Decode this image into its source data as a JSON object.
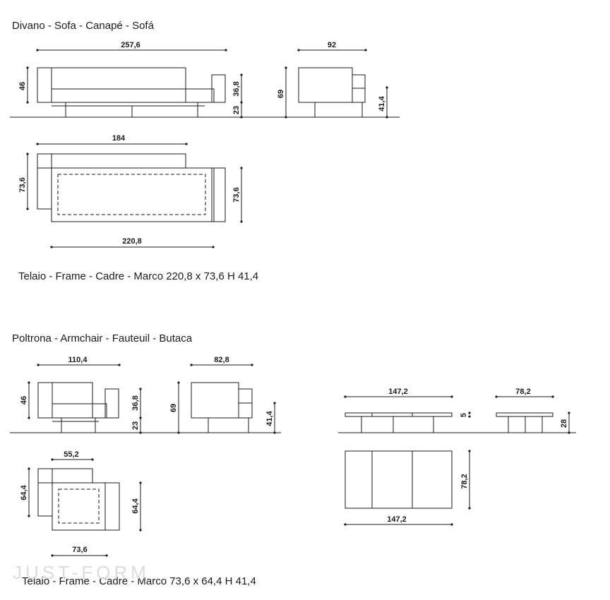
{
  "sofa": {
    "heading": "Divano - Sofa - Canapé - Sofá",
    "frame": "Telaio - Frame - Cadre - Marco 220,8 x 73,6 H 41,4",
    "dims": {
      "width": "257,6",
      "depth": "92",
      "height": "46",
      "seat_height_total": "36,8",
      "leg_height": "23",
      "total_height": "69",
      "side_height": "41,4",
      "top_width": "184",
      "top_depth_left": "73,6",
      "top_depth_right": "73,6",
      "top_bottom_width": "220,8"
    }
  },
  "armchair": {
    "heading": "Poltrona - Armchair - Fauteuil - Butaca",
    "frame": "Telaio - Frame - Cadre - Marco 73,6 x 64,4 H 41,4",
    "dims": {
      "width": "110,4",
      "depth": "82,8",
      "height": "46",
      "seat_height_total": "36,8",
      "leg_height": "23",
      "total_height": "69",
      "side_height": "41,4",
      "top_width": "55,2",
      "top_depth_left": "64,4",
      "top_depth_right": "64,4",
      "top_bottom_width": "73,6"
    }
  },
  "table": {
    "dims": {
      "width": "147,2",
      "depth": "78,2",
      "top_thickness": "5",
      "height": "28",
      "top_depth": "78,2",
      "top_width": "147,2"
    }
  },
  "watermark": "JUST-FORM"
}
